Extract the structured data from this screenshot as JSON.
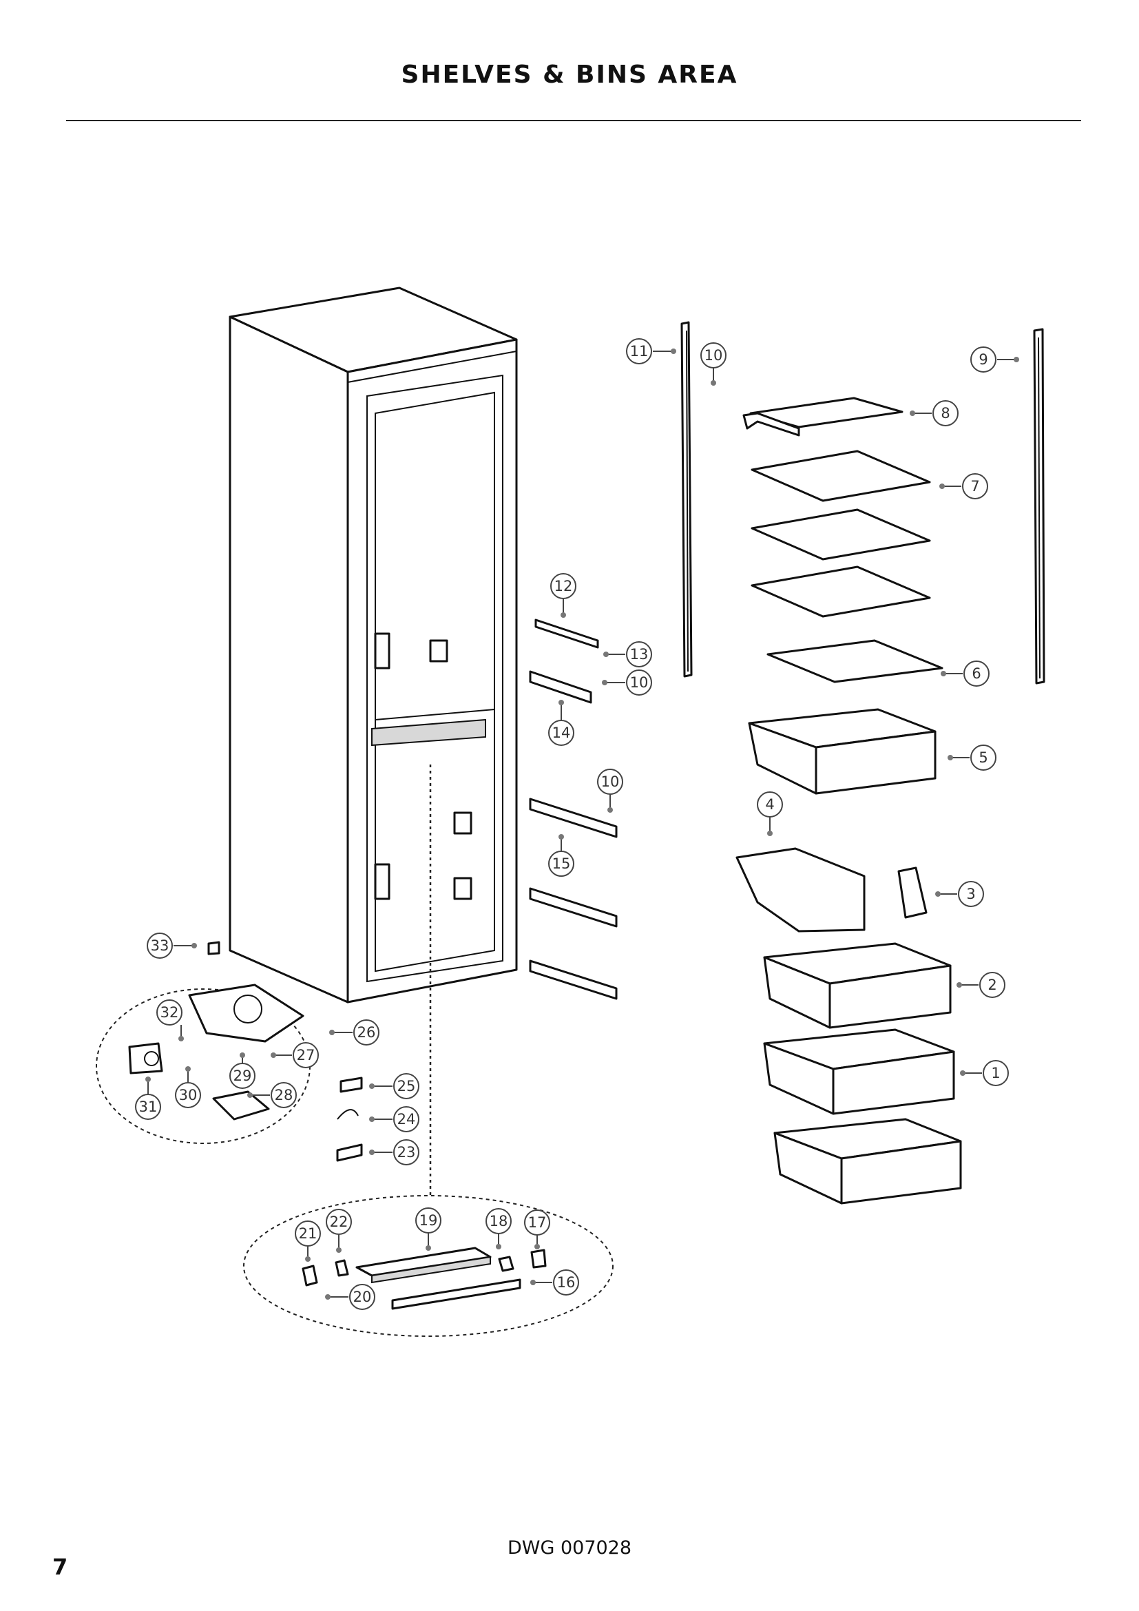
{
  "header": {
    "title": "SHELVES & BINS AREA"
  },
  "footer": {
    "drawing_number": "DWG 007028",
    "page_number": "7"
  },
  "callouts": [
    "1",
    "2",
    "3",
    "4",
    "5",
    "6",
    "7",
    "8",
    "9",
    "10",
    "11",
    "12",
    "13",
    "14",
    "15",
    "16",
    "17",
    "18",
    "19",
    "20",
    "21",
    "22",
    "23",
    "24",
    "25",
    "26",
    "27",
    "28",
    "29",
    "30",
    "31",
    "32",
    "33"
  ],
  "repeated_callouts": {
    "10": 3
  }
}
